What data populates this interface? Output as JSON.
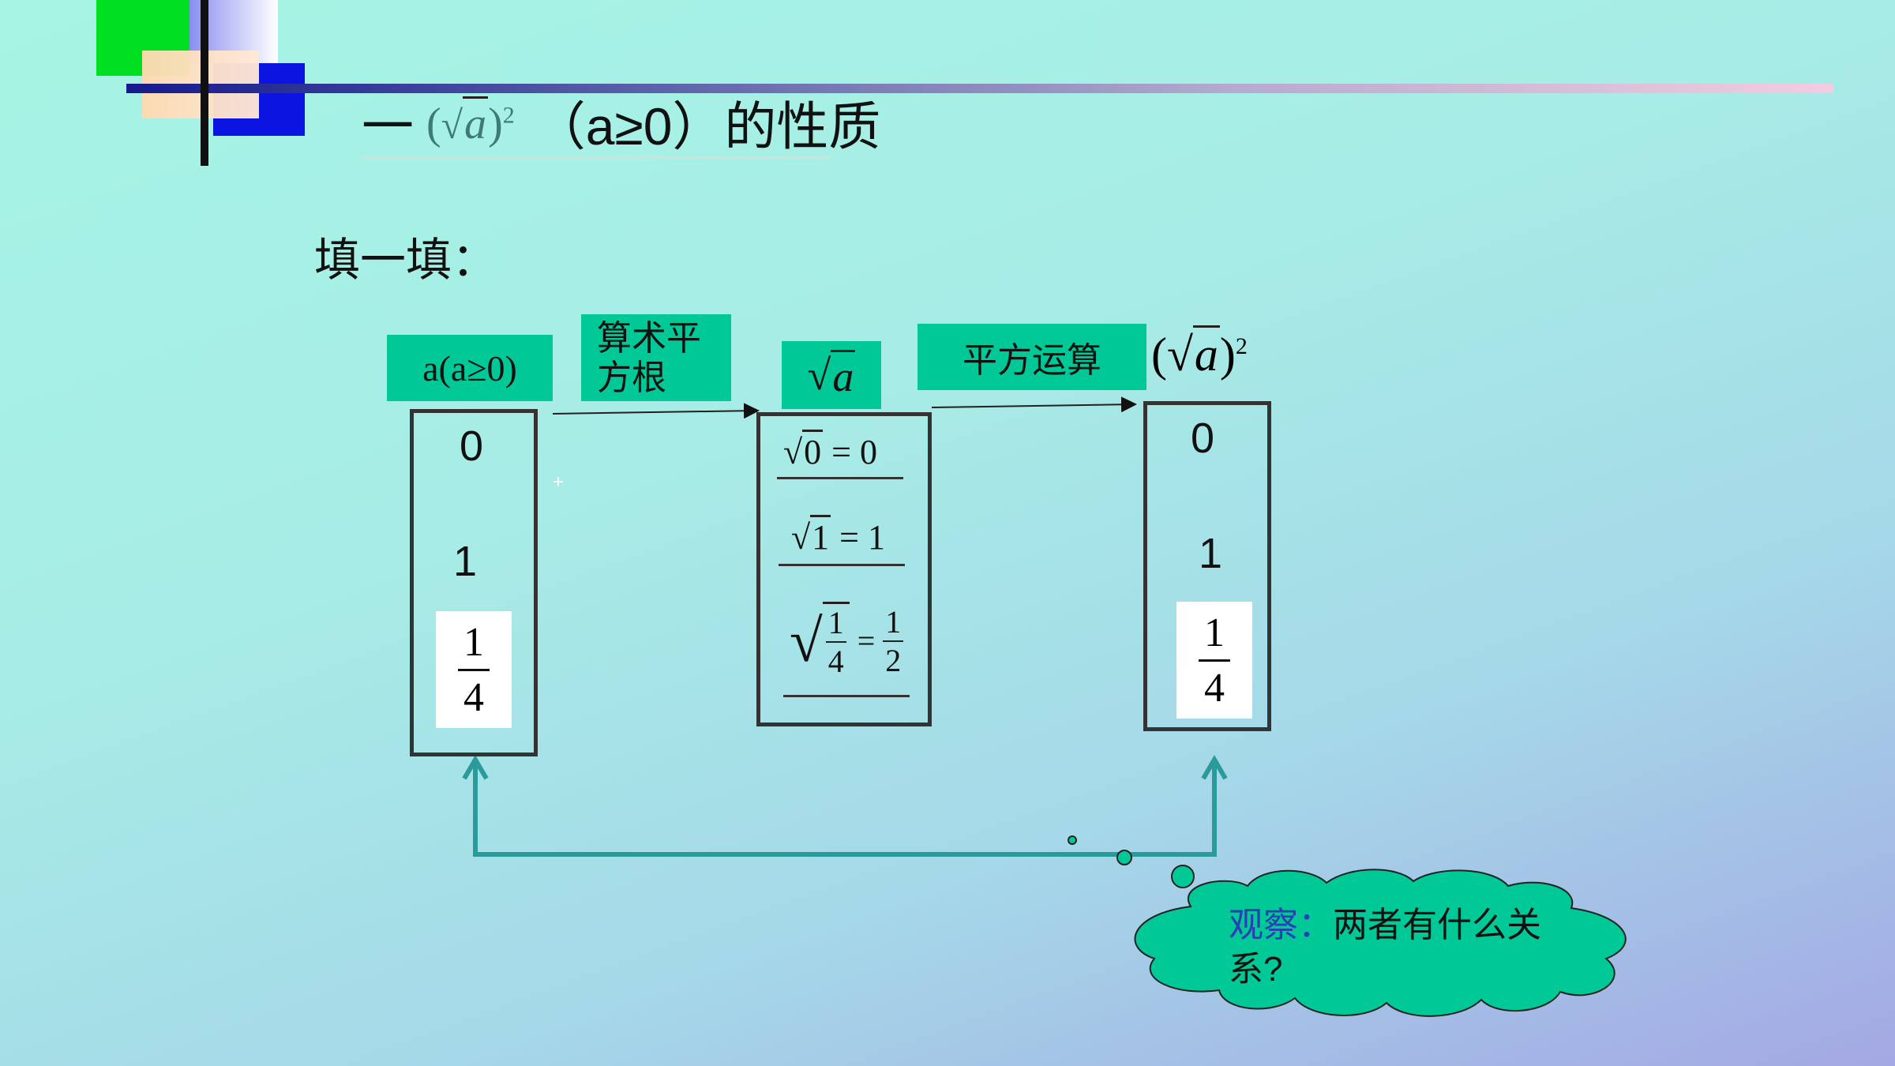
{
  "title": {
    "prefix": "一",
    "expression": "(√a)²",
    "condition": "（a≥0）的性质"
  },
  "fill_label": "填一填：",
  "labels": {
    "domain": "a(a≥0)",
    "operation1": "算术平方根",
    "result1": "√a",
    "operation2": "平方运算",
    "result2": "(√a)²"
  },
  "column_a": [
    "0",
    "1",
    "1/4"
  ],
  "column_sqrt": [
    "√0 = 0",
    "√1 = 1",
    "√(1/4) = 1/2"
  ],
  "column_square": [
    "0",
    "1",
    "1/4"
  ],
  "callout": {
    "prefix": "观察：",
    "text": "两者有什么关系?"
  },
  "colors": {
    "tag_fill": "#00c896",
    "arrow": "#2a9a9a",
    "cloud_fill": "#00c896"
  }
}
